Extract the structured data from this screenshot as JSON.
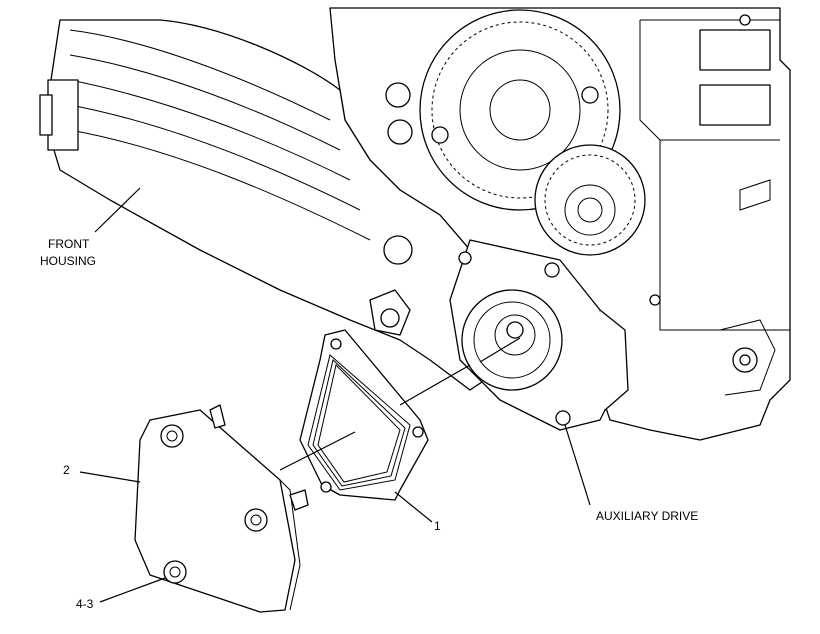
{
  "labels": {
    "front_housing_line1": "FRONT",
    "front_housing_line2": "HOUSING",
    "auxiliary_drive": "AUXILIARY DRIVE",
    "callout_1": "1",
    "callout_2": "2",
    "callout_4_3": "4-3"
  }
}
